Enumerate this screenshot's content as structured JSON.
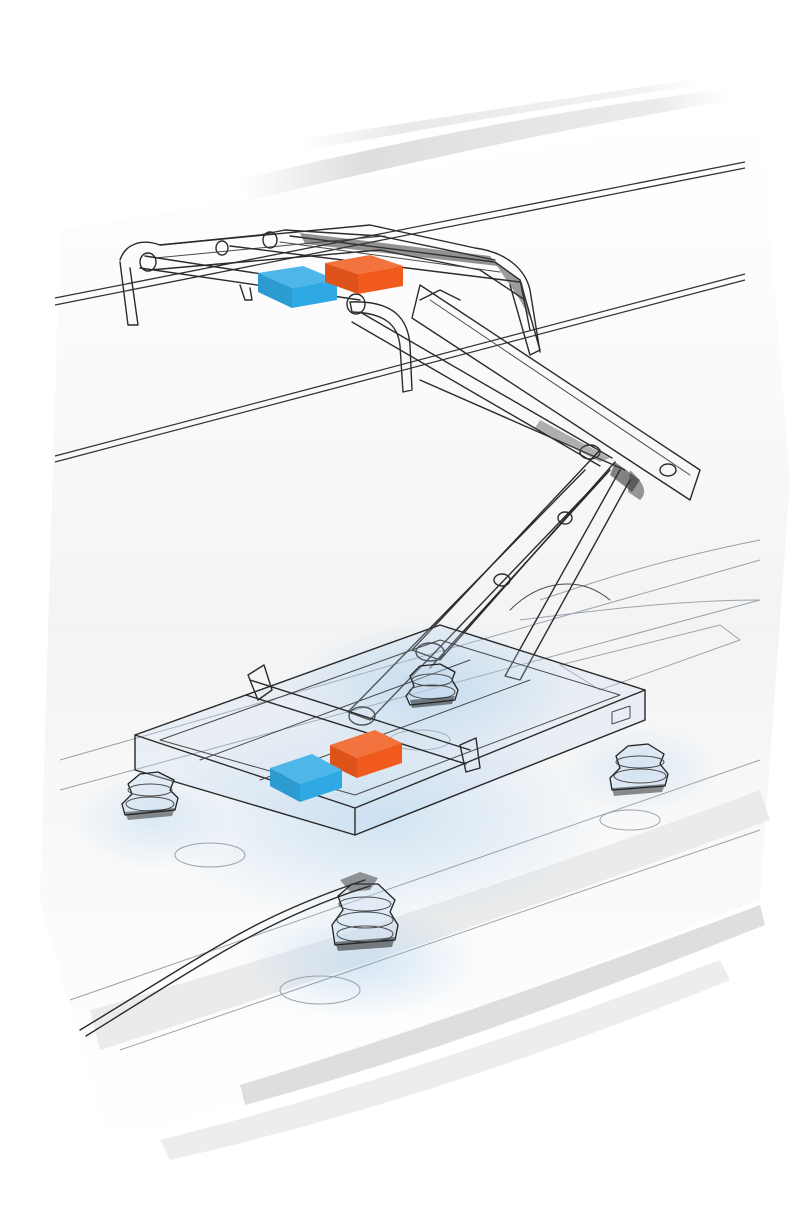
{
  "image": {
    "subject": "pantograph",
    "palette": {
      "background": "#ffffff",
      "line": "#2b2b2b",
      "wash_blue": "#bcd8ef",
      "brush_gray": "#d9d9d9"
    }
  },
  "components": {
    "upper": [
      {
        "label": "",
        "color": "#2fa9e4",
        "icon": "blue-cube"
      },
      {
        "label": "",
        "color": "#f05a1c",
        "icon": "orange-cube"
      }
    ],
    "lower": [
      {
        "label": "",
        "color": "#2fa9e4",
        "icon": "blue-cube"
      },
      {
        "label": "",
        "color": "#f05a1c",
        "icon": "orange-cube"
      }
    ]
  }
}
